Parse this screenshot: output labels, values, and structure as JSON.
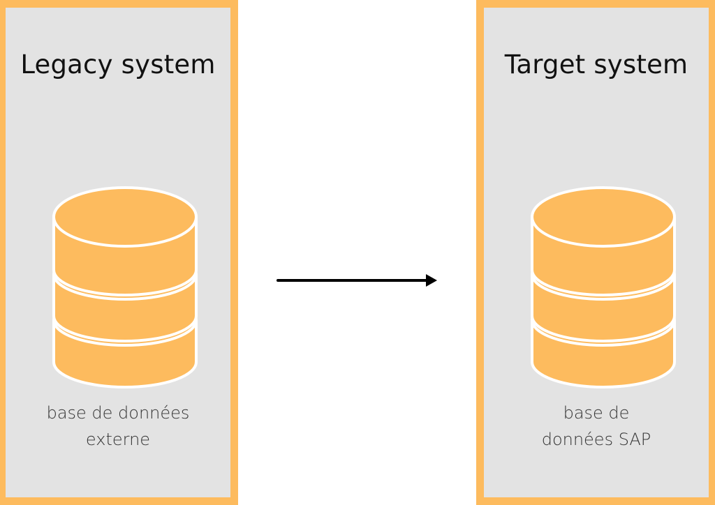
{
  "legacy": {
    "title": "Legacy system",
    "caption_line1": "base de données",
    "caption_line2": "externe",
    "icon": "database-icon"
  },
  "target": {
    "title": "Target system",
    "caption_line1": "base de",
    "caption_line2": "données SAP",
    "icon": "database-icon"
  },
  "connector": {
    "icon": "arrow-right-icon"
  },
  "colors": {
    "panel_border": "#fdbb5e",
    "panel_fill": "#e3e3e3",
    "database": "#fdbb5e",
    "arrow": "#000000"
  }
}
